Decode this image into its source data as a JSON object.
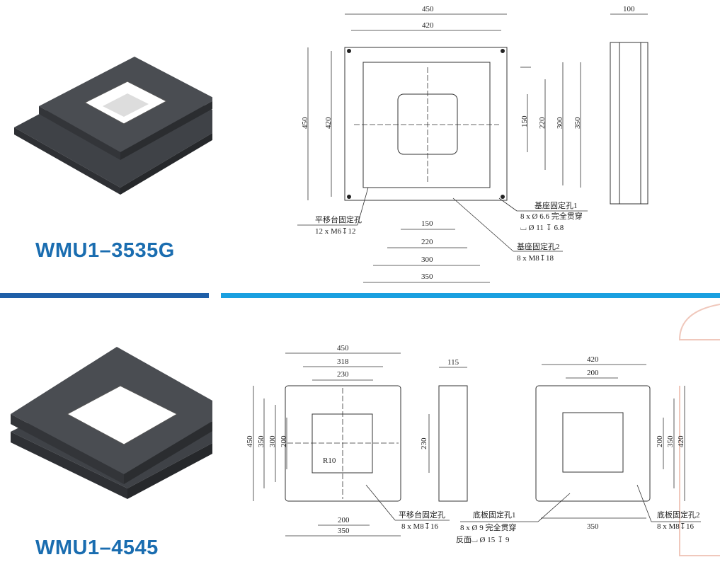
{
  "products": [
    {
      "model": "WMU1–3535G",
      "dims": {
        "top_outer": "450",
        "top_inner": "420",
        "left_outer": "450",
        "left_inner": "420",
        "right": [
          "150",
          "220",
          "300",
          "350"
        ],
        "bottom": [
          "150",
          "220",
          "300",
          "350"
        ],
        "side": "100"
      },
      "notes": [
        {
          "title": "平移台固定孔",
          "spec": "12 x  M6↧12"
        },
        {
          "title": "基座固定孔1",
          "spec": "8 x  Ø 6.6 完全贯穿",
          "spec2": "⌴ Ø 11 ↧ 6.8"
        },
        {
          "title": "基座固定孔2",
          "spec": "8 x  M8↧18"
        }
      ]
    },
    {
      "model": "WMU1–4545",
      "dims": {
        "top": [
          "450",
          "318",
          "230"
        ],
        "left": [
          "450",
          "350",
          "300",
          "200"
        ],
        "right": "230",
        "bottom": [
          "200",
          "350"
        ],
        "radius": "R10",
        "side": "115",
        "back_top": [
          "420",
          "200"
        ],
        "back_right": [
          "200",
          "350",
          "420"
        ],
        "back_bottom": "350"
      },
      "notes": [
        {
          "title": "平移台固定孔",
          "spec": "8 x  M8↧16"
        },
        {
          "title": "底板固定孔1",
          "spec": "8 x  Ø 9 完全贯穿",
          "spec2": "反面⌴ Ø 15 ↧ 9"
        },
        {
          "title": "底板固定孔2",
          "spec": "8 x  M8↧16"
        }
      ]
    }
  ],
  "colors": {
    "title": "#1a6db0",
    "bar_dark": "#1f5fa8",
    "bar_light": "#1aa0e0",
    "plate": "#4a4d52"
  }
}
